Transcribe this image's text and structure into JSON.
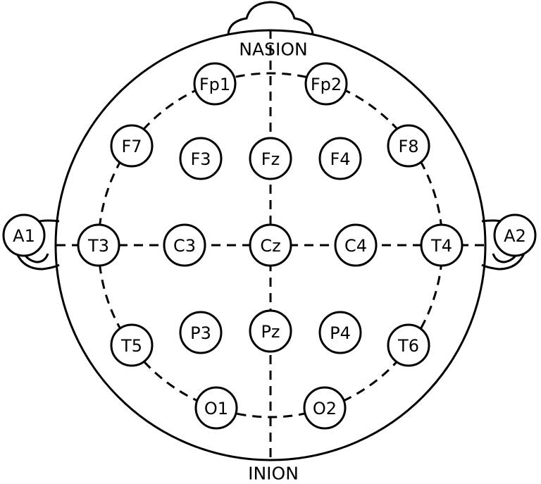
{
  "landmarks": {
    "nasion": "NASION",
    "inion": "INION"
  },
  "electrodes": [
    {
      "id": "Fp1",
      "label": "Fp1"
    },
    {
      "id": "Fp2",
      "label": "Fp2"
    },
    {
      "id": "F7",
      "label": "F7"
    },
    {
      "id": "F3",
      "label": "F3"
    },
    {
      "id": "Fz",
      "label": "Fz"
    },
    {
      "id": "F4",
      "label": "F4"
    },
    {
      "id": "F8",
      "label": "F8"
    },
    {
      "id": "A1",
      "label": "A1"
    },
    {
      "id": "T3",
      "label": "T3"
    },
    {
      "id": "C3",
      "label": "C3"
    },
    {
      "id": "Cz",
      "label": "Cz"
    },
    {
      "id": "C4",
      "label": "C4"
    },
    {
      "id": "T4",
      "label": "T4"
    },
    {
      "id": "A2",
      "label": "A2"
    },
    {
      "id": "T5",
      "label": "T5"
    },
    {
      "id": "P3",
      "label": "P3"
    },
    {
      "id": "Pz",
      "label": "Pz"
    },
    {
      "id": "P4",
      "label": "P4"
    },
    {
      "id": "T6",
      "label": "T6"
    },
    {
      "id": "O1",
      "label": "O1"
    },
    {
      "id": "O2",
      "label": "O2"
    }
  ]
}
